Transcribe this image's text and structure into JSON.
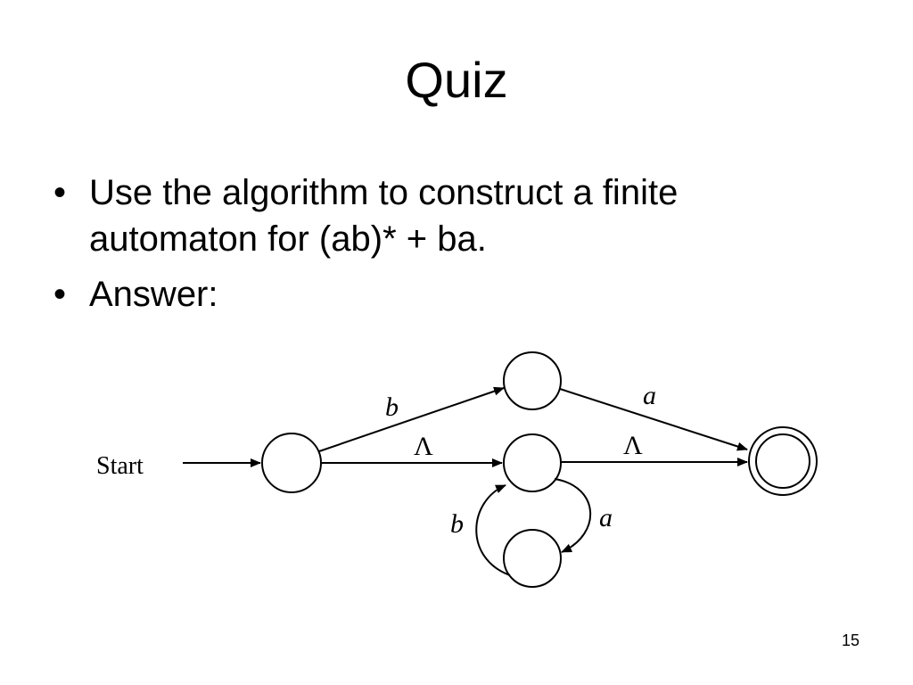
{
  "slide": {
    "title": "Quiz",
    "bullets": [
      "Use the algorithm to construct a finite automaton for (ab)* + ba.",
      "Answer:"
    ],
    "bullet_symbol": "•",
    "page_number": "15"
  },
  "automaton": {
    "start_label": "Start",
    "states": [
      {
        "id": "q0",
        "role": "start"
      },
      {
        "id": "q1",
        "role": "normal"
      },
      {
        "id": "q2",
        "role": "normal"
      },
      {
        "id": "q3",
        "role": "normal"
      },
      {
        "id": "q4",
        "role": "accepting"
      }
    ],
    "transitions": [
      {
        "from": "q0",
        "to": "q1",
        "label": "b"
      },
      {
        "from": "q0",
        "to": "q2",
        "label": "Λ"
      },
      {
        "from": "q1",
        "to": "q4",
        "label": "a"
      },
      {
        "from": "q2",
        "to": "q4",
        "label": "Λ"
      },
      {
        "from": "q2",
        "to": "q3",
        "label": "a"
      },
      {
        "from": "q3",
        "to": "q2",
        "label": "b"
      }
    ]
  }
}
